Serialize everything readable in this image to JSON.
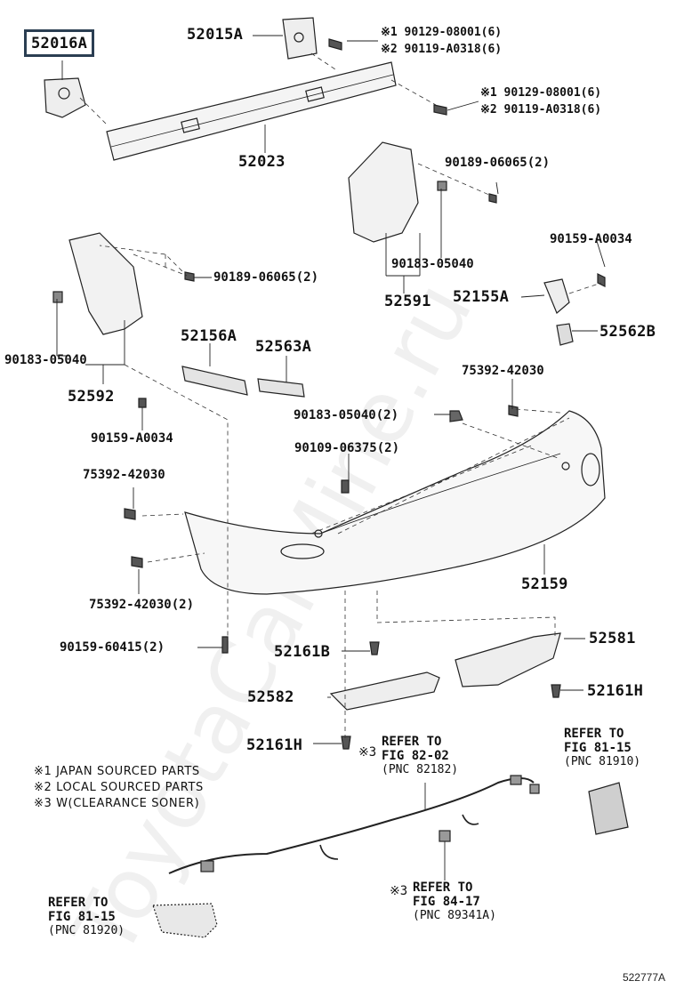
{
  "labels": {
    "p52016A": "52016A",
    "p52015A": "52015A",
    "p52023": "52023",
    "bolt_top_1": "※1 90129-08001(6)",
    "bolt_top_2": "※2 90119-A0318(6)",
    "bolt_right_1": "※1 90129-08001(6)",
    "bolt_right_2": "※2 90119-A0318(6)",
    "p90189_r": "90189-06065(2)",
    "p90183_r": "90183-05040",
    "p52591": "52591",
    "p90159_A0034_r": "90159-A0034",
    "p52155A": "52155A",
    "p52562B": "52562B",
    "p90189_l": "90189-06065(2)",
    "p90183_l": "90183-05040",
    "p52592": "52592",
    "p52156A": "52156A",
    "p52563A": "52563A",
    "p75392_top": "75392-42030",
    "p90183_2": "90183-05040(2)",
    "p90159_A0034_l": "90159-A0034",
    "p90109": "90109-06375(2)",
    "p75392_mid": "75392-42030",
    "p52159": "52159",
    "p75392_2": "75392-42030(2)",
    "p90159_60415": "90159-60415(2)",
    "p52161B": "52161B",
    "p52581": "52581",
    "p52582": "52582",
    "p52161H_r": "52161H",
    "p52161H_l": "52161H"
  },
  "refs": {
    "ref1_mark": "※3",
    "ref1_l1": "REFER TO",
    "ref1_l2": "FIG 82-02",
    "ref1_l3": "(PNC 82182)",
    "ref2_l1": "REFER TO",
    "ref2_l2": "FIG 81-15",
    "ref2_l3": "(PNC 81910)",
    "ref3_mark": "※3",
    "ref3_l1": "REFER TO",
    "ref3_l2": "FIG 84-17",
    "ref3_l3": "(PNC 89341A)",
    "ref4_l1": "REFER TO",
    "ref4_l2": "FIG 81-15",
    "ref4_l3": "(PNC 81920)"
  },
  "legend": {
    "n1": "※1 JAPAN SOURCED PARTS",
    "n2": "※2 LOCAL SOURCED PARTS",
    "n3": "※3 W(CLEARANCE SONER)"
  },
  "watermark": "ToyotaCarMine.ru",
  "figure_id": "522777A"
}
